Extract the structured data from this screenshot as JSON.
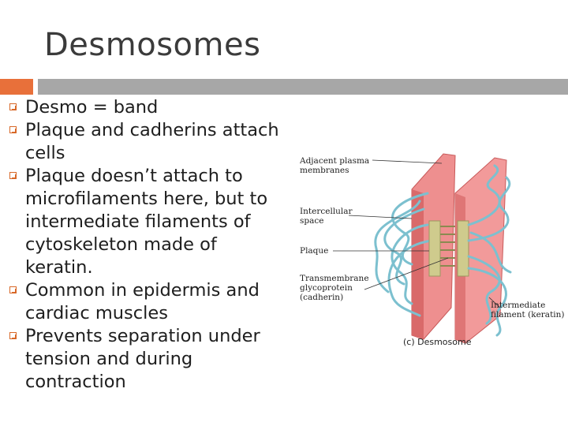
{
  "slide": {
    "title": "Desmosomes",
    "bullets": [
      "Desmo = band",
      "Plaque and cadherins attach cells",
      "Plaque doesn’t attach to microfilaments here, but to intermediate filaments of cytoskeleton made of keratin.",
      "Common in epidermis and cardiac muscles",
      "Prevents separation under tension and during contraction"
    ]
  },
  "figure": {
    "labels": {
      "membranes": "Adjacent plasma membranes",
      "space": "Intercellular space",
      "plaque": "Plaque",
      "glyco": "Transmembrane glycoprotein (cadherin)",
      "filament": "Intermediate filament (keratin)"
    },
    "caption": "(c) Desmosome"
  },
  "colors": {
    "accent": "#e8703a",
    "rule": "#a7a7a7",
    "membrane": "#e77a7a",
    "filament": "#6fb8c8",
    "plaque": "#c9c58a"
  }
}
